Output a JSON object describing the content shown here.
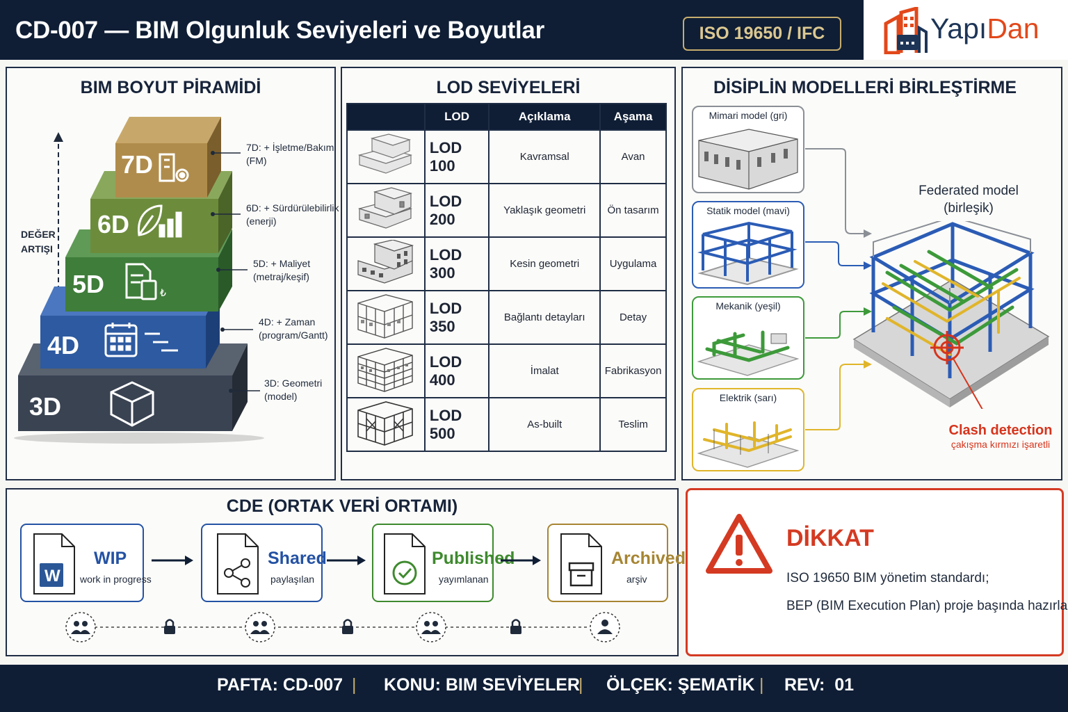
{
  "header": {
    "title": "CD-007 — BIM Olgunluk Seviyeleri ve Boyutlar",
    "badge": "ISO 19650 / IFC",
    "logo_part1": "Yapı",
    "logo_part2": "Dan"
  },
  "pyramid": {
    "title": "BIM BOYUT PİRAMİDİ",
    "axis_label_1": "DEĞER",
    "axis_label_2": "ARTIŞI",
    "steps": [
      {
        "label": "7D",
        "desc_1": "7D: + İşletme/Bakım",
        "desc_2": "(FM)",
        "color": "#b08c4c"
      },
      {
        "label": "6D",
        "desc_1": "6D: + Sürdürülebilirlik",
        "desc_2": "(enerji)",
        "color": "#6c8c3c"
      },
      {
        "label": "5D",
        "desc_1": "5D: + Maliyet",
        "desc_2": "(metraj/keşif)",
        "color": "#3f7d3a"
      },
      {
        "label": "4D",
        "desc_1": "4D: + Zaman",
        "desc_2": "(program/Gantt)",
        "color": "#2d5aa0"
      },
      {
        "label": "3D",
        "desc_1": "3D: Geometri",
        "desc_2": "(model)",
        "color": "#3a4352"
      }
    ]
  },
  "lod": {
    "title": "LOD SEVİYELERİ",
    "headers": [
      "LOD",
      "Açıklama",
      "Aşama"
    ],
    "rows": [
      {
        "lod": "LOD 100",
        "desc": "Kavramsal",
        "phase": "Avan"
      },
      {
        "lod": "LOD 200",
        "desc": "Yaklaşık geometri",
        "phase": "Ön tasarım"
      },
      {
        "lod": "LOD 300",
        "desc": "Kesin geometri",
        "phase": "Uygulama"
      },
      {
        "lod": "LOD 350",
        "desc": "Bağlantı detayları",
        "phase": "Detay"
      },
      {
        "lod": "LOD 400",
        "desc": "İmalat",
        "phase": "Fabrikasyon"
      },
      {
        "lod": "LOD 500",
        "desc": "As-built",
        "phase": "Teslim"
      }
    ]
  },
  "federation": {
    "title": "DİSİPLİN MODELLERİ BİRLEŞTİRME",
    "models": [
      {
        "label": "Mimari model (gri)",
        "color": "#8a8f96"
      },
      {
        "label": "Statik model (mavi)",
        "color": "#2b5cb5"
      },
      {
        "label": "Mekanik (yeşil)",
        "color": "#3d9a3a"
      },
      {
        "label": "Elektrik (sarı)",
        "color": "#e0b52a"
      }
    ],
    "federated_1": "Federated model",
    "federated_2": "(birleşik)",
    "clash_1": "Clash detection",
    "clash_2": "çakışma kırmızı işaretli",
    "clash_color": "#d6341c"
  },
  "cde": {
    "title": "CDE (ORTAK VERİ ORTAMI)",
    "stages": [
      {
        "name": "WIP",
        "sub": "work in progress",
        "color": "#2452a4"
      },
      {
        "name": "Shared",
        "sub": "paylaşılan",
        "color": "#2452a4"
      },
      {
        "name": "Published",
        "sub": "yayımlanan",
        "color": "#3e8a2e"
      },
      {
        "name": "Archived",
        "sub": "arşiv",
        "color": "#a68532"
      }
    ],
    "doc_letter": "W"
  },
  "warning": {
    "title": "DİKKAT",
    "line_1": "ISO 19650 BIM yönetim standardı;",
    "line_2": "BEP (BIM Execution Plan) proje başında hazırlanır.",
    "color": "#d43a22"
  },
  "footer": {
    "sheet": "PAFTA: CD-007",
    "subject": "KONU: BIM SEVİYELER",
    "scale": "ÖLÇEK: ŞEMATİK",
    "rev": "REV:  01",
    "separator": "|"
  }
}
